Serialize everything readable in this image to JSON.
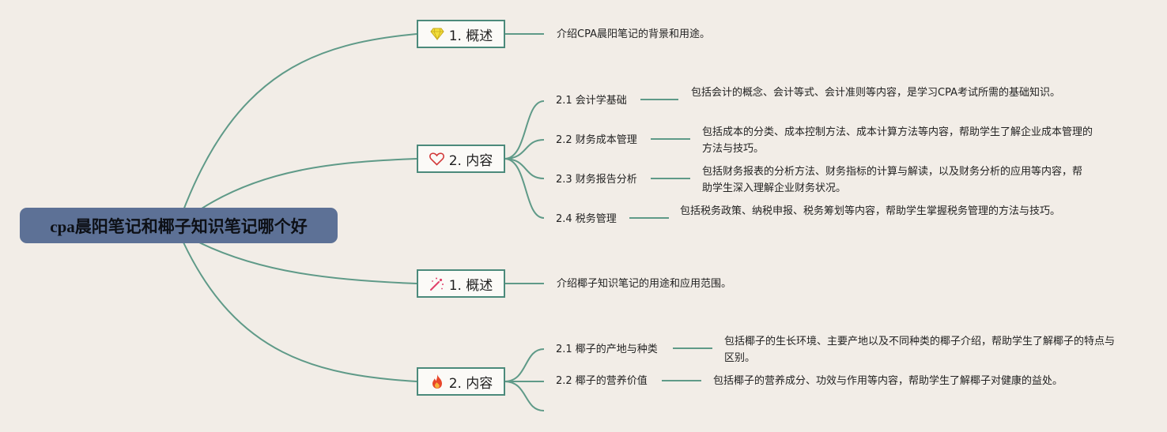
{
  "root": {
    "label": "cpa晨阳笔记和椰子知识笔记哪个好"
  },
  "cpa_overview": {
    "label": "1. 概述",
    "icon": "diamond-icon",
    "desc": "介绍CPA晨阳笔记的背景和用途。"
  },
  "cpa_content": {
    "label": "2. 内容",
    "icon": "heart-icon",
    "items": [
      {
        "label": "2.1 会计学基础",
        "desc": "包括会计的概念、会计等式、会计准则等内容，是学习CPA考试所需的基础知识。"
      },
      {
        "label": "2.2 财务成本管理",
        "desc": "包括成本的分类、成本控制方法、成本计算方法等内容，帮助学生了解企业成本管理的方法与技巧。"
      },
      {
        "label": "2.3 财务报告分析",
        "desc": "包括财务报表的分析方法、财务指标的计算与解读，以及财务分析的应用等内容，帮助学生深入理解企业财务状况。"
      },
      {
        "label": "2.4 税务管理",
        "desc": "包括税务政策、纳税申报、税务筹划等内容，帮助学生掌握税务管理的方法与技巧。"
      }
    ]
  },
  "coconut_overview": {
    "label": "1. 概述",
    "icon": "magic-wand-icon",
    "desc": "介绍椰子知识笔记的用途和应用范围。"
  },
  "coconut_content": {
    "label": "2. 内容",
    "icon": "fire-icon",
    "items": [
      {
        "label": "2.1 椰子的产地与种类",
        "desc": "包括椰子的生长环境、主要产地以及不同种类的椰子介绍，帮助学生了解椰子的特点与区别。"
      },
      {
        "label": "2.2 椰子的营养价值",
        "desc": "包括椰子的营养成分、功效与作用等内容，帮助学生了解椰子对健康的益处。"
      }
    ]
  },
  "colors": {
    "edge": "#5f9a88",
    "root_bg": "#5d7196",
    "box_border": "#4b8a7b",
    "background": "#f2ede7"
  }
}
